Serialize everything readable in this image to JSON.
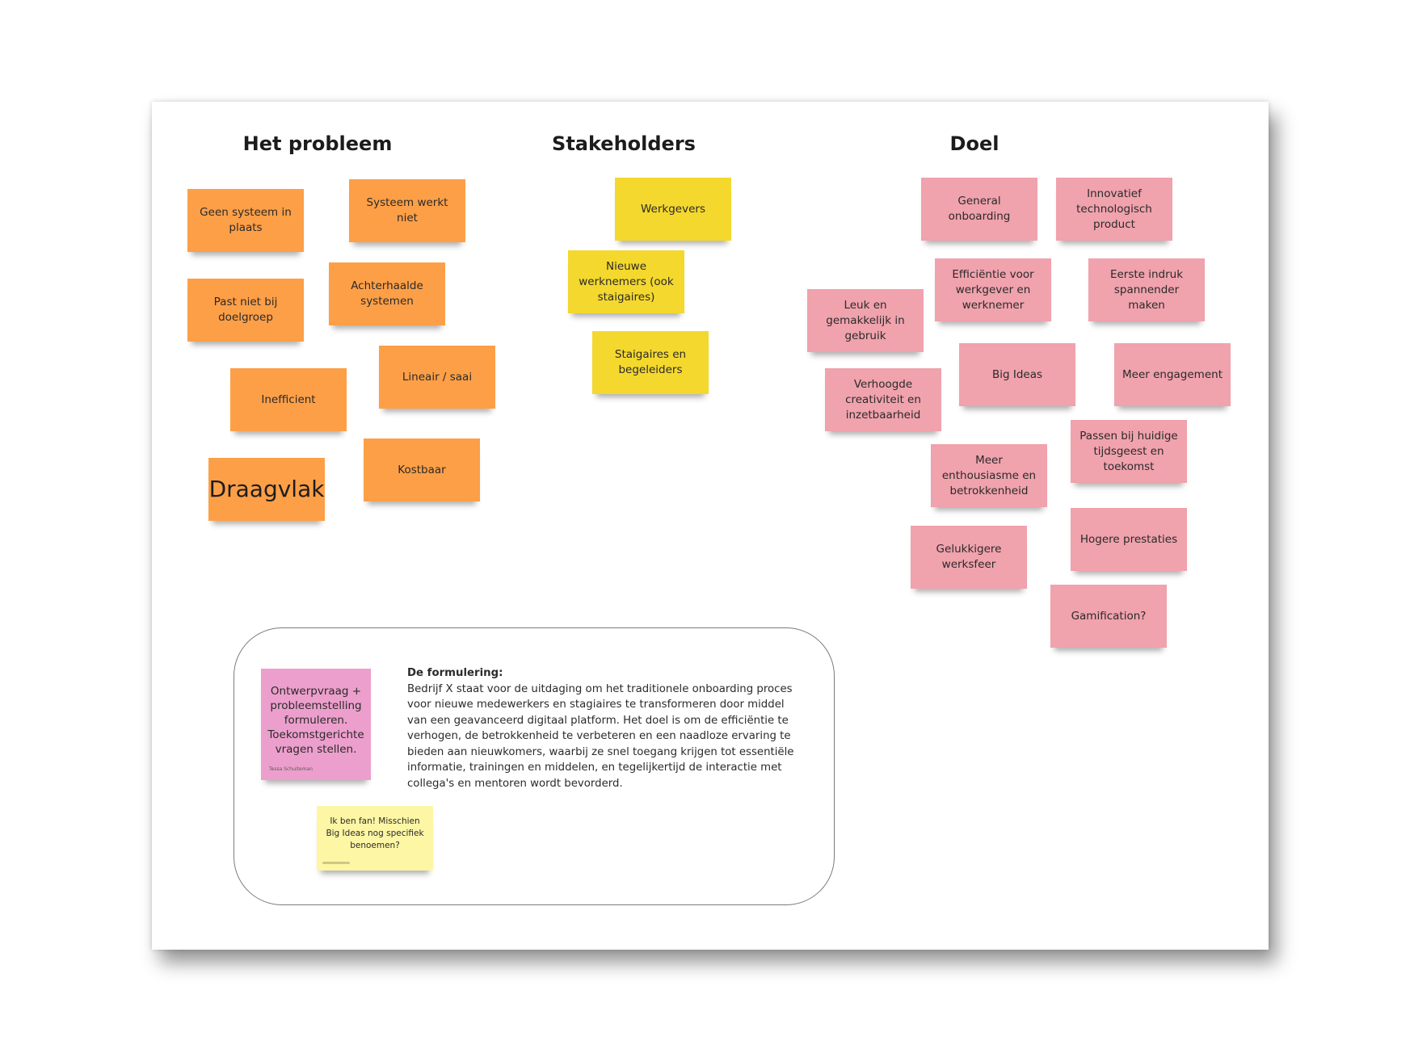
{
  "sections": {
    "problem": {
      "title": "Het probleem",
      "notes": [
        "Geen systeem in plaats",
        "Systeem werkt niet",
        "Past niet bij doelgroep",
        "Achterhaalde systemen",
        "Inefficient",
        "Lineair / saai",
        "Draagvlak",
        "Kostbaar"
      ]
    },
    "stakeholders": {
      "title": "Stakeholders",
      "notes": [
        "Werkgevers",
        "Nieuwe werknemers (ook staigaires)",
        "Staigaires en begeleiders"
      ]
    },
    "goal": {
      "title": "Doel",
      "notes": [
        "General onboarding",
        "Innovatief technologisch product",
        "Efficiëntie voor werkgever en werknemer",
        "Eerste indruk spannender maken",
        "Leuk en gemakkelijk in gebruik",
        "Big Ideas",
        "Meer engagement",
        "Verhoogde creativiteit en inzetbaarheid",
        "Passen bij huidige tijdsgeest en toekomst",
        "Meer enthousiasme en betrokkenheid",
        "Hogere prestaties",
        "Gelukkigere werksfeer",
        "Gamification?"
      ]
    }
  },
  "formulation": {
    "question_note": "Ontwerpvraag + probleemstelling formuleren. Toekomstgerichte vragen stellen.",
    "question_author": "Tessa Schuiteman",
    "label": "De formulering:",
    "text": "Bedrijf X staat voor de uitdaging om het traditionele onboarding proces voor nieuwe medewerkers en stagiaires te transformeren door middel van een geavanceerd digitaal platform. Het doel is om de efficiëntie te verhogen, de betrokkenheid te verbeteren en een naadloze ervaring te bieden aan nieuwkomers, waarbij ze snel toegang krijgen tot essentiële informatie, trainingen en middelen, en tegelijkertijd de interactie met collega's en mentoren wordt bevorderd.",
    "comment_note": "Ik ben fan! Misschien Big Ideas nog specifiek benoemen?"
  },
  "colors": {
    "orange": "#fd9f47",
    "yellow": "#f4d82d",
    "pink": "#f0a2ad",
    "magenta": "#ec9fcc",
    "pale_yellow": "#fdf6a5"
  }
}
